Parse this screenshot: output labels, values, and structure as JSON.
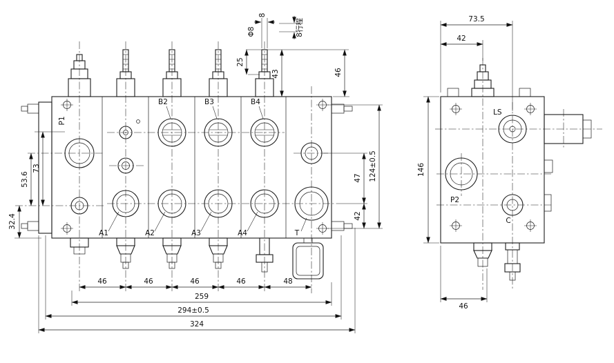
{
  "page": {
    "background": "#ffffff",
    "line_color": "#1c1c1c"
  },
  "front_view": {
    "ports": {
      "p1": "P1",
      "b2": "B2",
      "b3": "B3",
      "b4": "B4",
      "a1": "A1",
      "a2": "A2",
      "a3": "A3",
      "a4": "A4",
      "t": "T"
    },
    "dims": {
      "d25": "25",
      "dia8": "Φ8",
      "d8": "8",
      "stroke8": "8行程",
      "d43": "43",
      "d46_top": "46",
      "d124": "124±0.5",
      "d47": "47",
      "d42": "42",
      "d73": "73",
      "d53_6": "53.6",
      "d32_4": "32.4",
      "pitch_1": "46",
      "pitch_2": "46",
      "pitch_3": "46",
      "pitch_4": "46",
      "pitch_5": "48",
      "d259": "259",
      "d294": "294±0.5",
      "d324": "324"
    }
  },
  "side_view": {
    "ports": {
      "ls": "LS",
      "p2": "P2",
      "c": "C"
    },
    "dims": {
      "d73_5": "73.5",
      "d42": "42",
      "d146": "146",
      "d46": "46"
    }
  }
}
